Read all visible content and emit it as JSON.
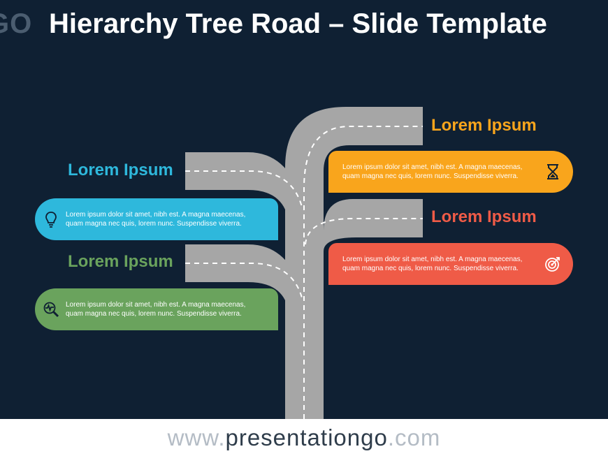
{
  "slide": {
    "logo_mark": "GO",
    "title": "Hierarchy Tree Road – Slide Template"
  },
  "branches": [
    {
      "side": "right",
      "heading": "Lorem Ipsum",
      "text_line1": "Lorem ipsum dolor sit amet, nibh est. A magna maecenas,",
      "text_line2": "quam magna nec quis, lorem nunc. Suspendisse viverra.",
      "color": "#f9a51c",
      "icon": "hourglass-icon"
    },
    {
      "side": "left",
      "heading": "Lorem Ipsum",
      "text_line1": "Lorem ipsum dolor sit amet, nibh est. A magna maecenas,",
      "text_line2": "quam magna nec quis, lorem nunc. Suspendisse viverra.",
      "color": "#2eb8dc",
      "icon": "lightbulb-icon"
    },
    {
      "side": "right",
      "heading": "Lorem Ipsum",
      "text_line1": "Lorem ipsum dolor sit amet, nibh est. A magna maecenas,",
      "text_line2": "quam magna nec quis, lorem nunc. Suspendisse viverra.",
      "color": "#ef5b47",
      "icon": "target-icon"
    },
    {
      "side": "left",
      "heading": "Lorem Ipsum",
      "text_line1": "Lorem ipsum dolor sit amet, nibh est. A magna maecenas,",
      "text_line2": "quam magna nec quis, lorem nunc. Suspendisse viverra.",
      "color": "#6aa35d",
      "icon": "magnifier-pulse-icon"
    }
  ],
  "footer": {
    "prefix": "www.",
    "brand": "presentationgo",
    "suffix": ".com"
  },
  "colors": {
    "background": "#0f2033",
    "road": "#a6a6a6",
    "road_marking": "#ffffff"
  }
}
